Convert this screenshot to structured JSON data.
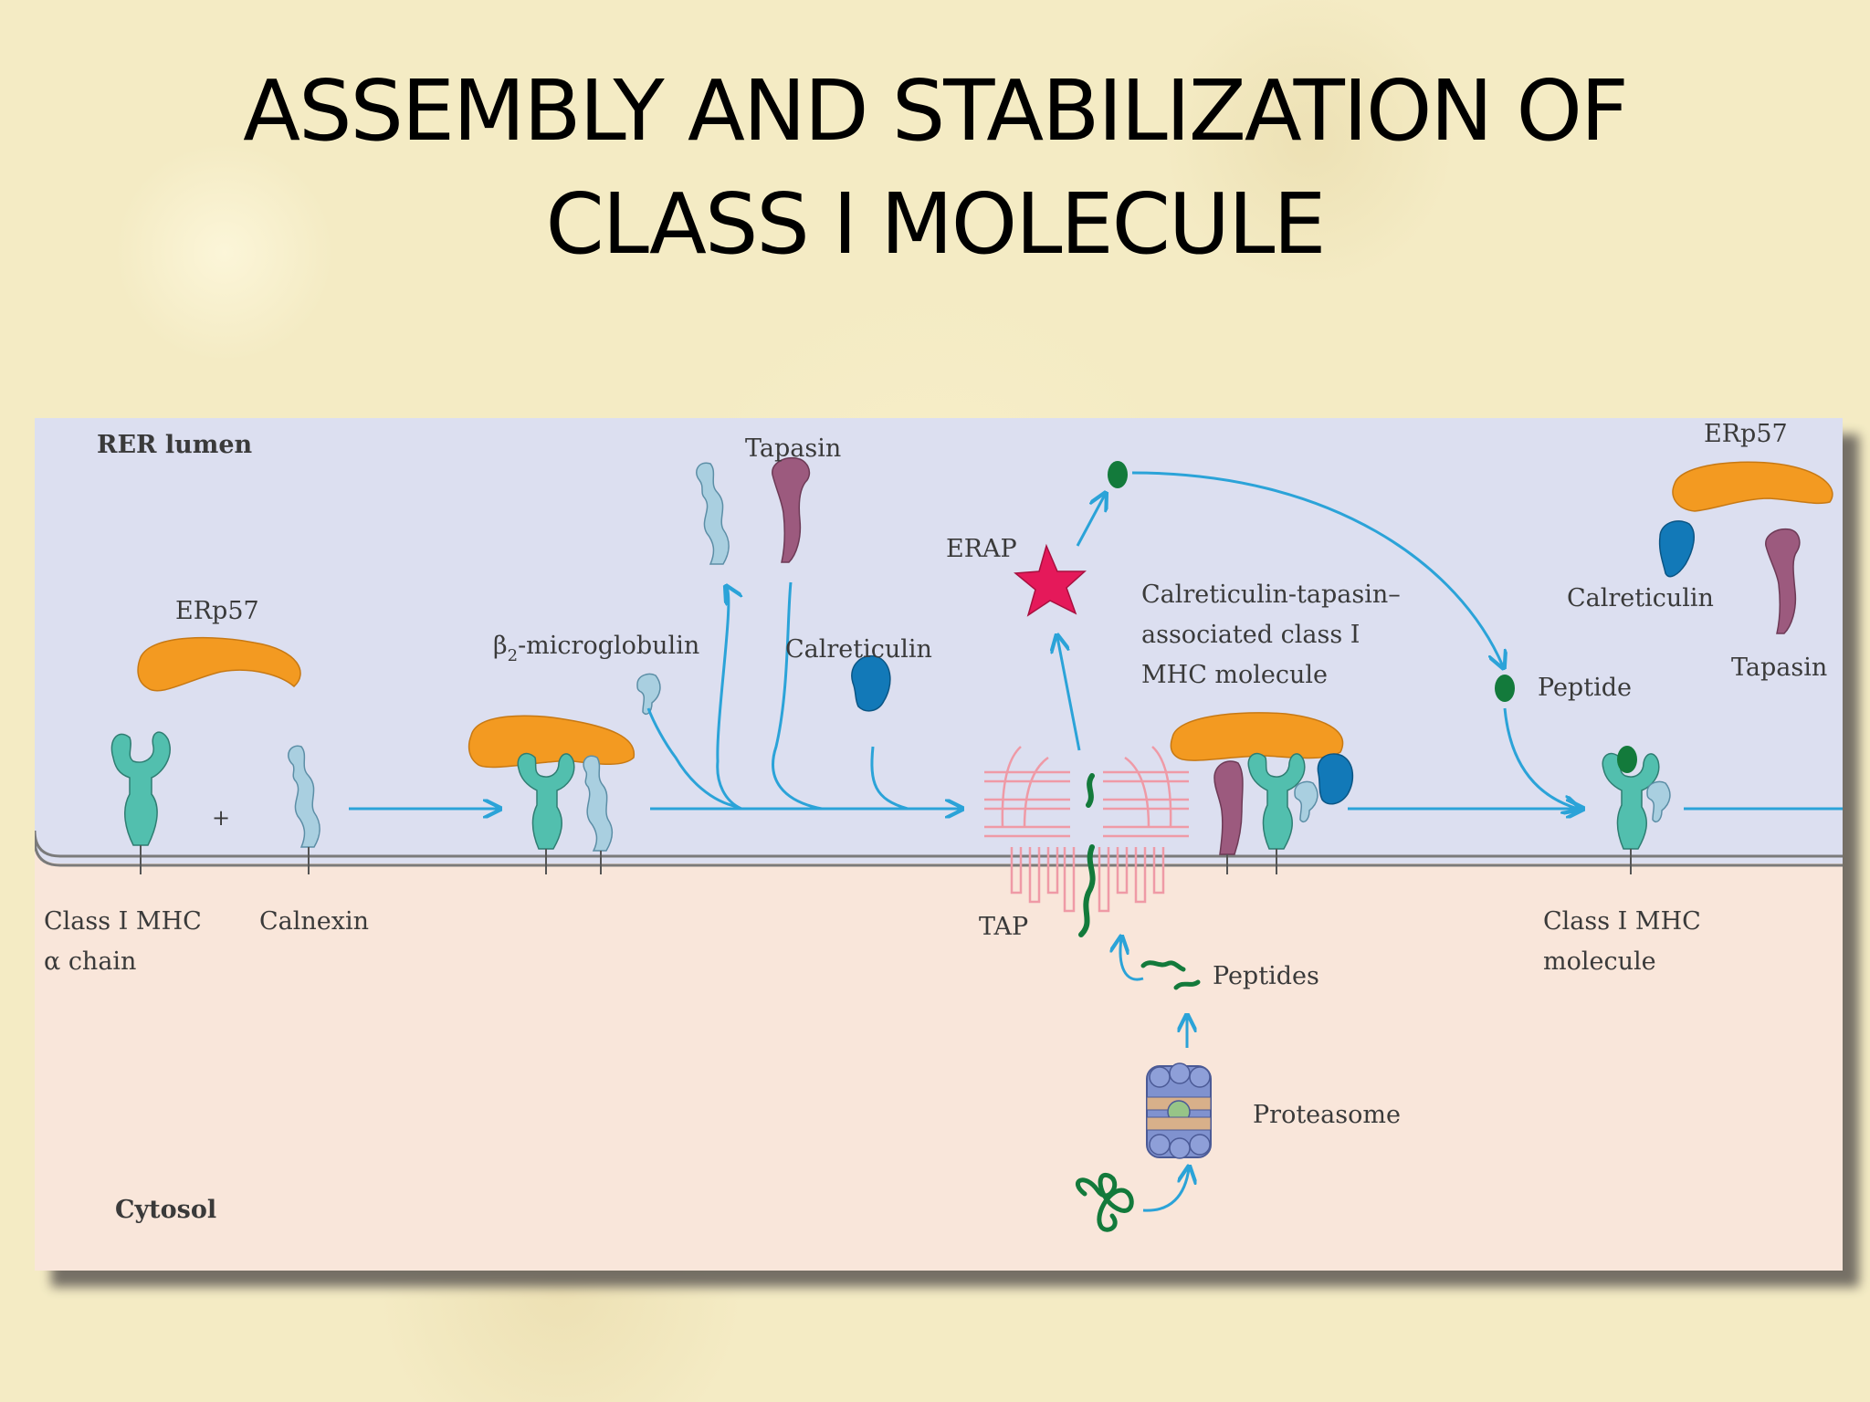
{
  "slide": {
    "title_line1": "ASSEMBLY AND STABILIZATION OF",
    "title_line2": "CLASS I MOLECULE"
  },
  "diagram": {
    "rer_lumen": "RER lumen",
    "cytosol": "Cytosol",
    "erp57_left": "ERp57",
    "erp57_right": "ERp57",
    "plus": "+",
    "class1_alpha_line1": "Class I MHC",
    "class1_alpha_line2": "α chain",
    "calnexin": "Calnexin",
    "b2m_beta": "β",
    "b2m_sub": "2",
    "b2m_rest": "-microglobulin",
    "tapasin_top": "Tapasin",
    "calreticulin_mid": "Calreticulin",
    "erap": "ERAP",
    "complex_line1": "Calreticulin-tapasin–",
    "complex_line2": "associated class I",
    "complex_line3": "MHC molecule",
    "calreticulin_right": "Calreticulin",
    "tapasin_right": "Tapasin",
    "peptide": "Peptide",
    "tap": "TAP",
    "peptides": "Peptides",
    "proteasome": "Proteasome",
    "class1_molecule_line1": "Class I MHC",
    "class1_molecule_line2": "molecule"
  },
  "colors": {
    "lumen": "#dcdff0",
    "cytosol": "#f9e6da",
    "membrane": "#7a7a7a",
    "arrow": "#2ba3d8",
    "erp57": "#f39a21",
    "mhc_alpha": "#52bfae",
    "calnexin": "#a9cfe0",
    "tapasin": "#9c5a7e",
    "calreticulin": "#1279b8",
    "erap": "#e5195a",
    "peptide": "#137a3b",
    "tap": "#ef9aa6",
    "proteasome": "#8092cf"
  }
}
